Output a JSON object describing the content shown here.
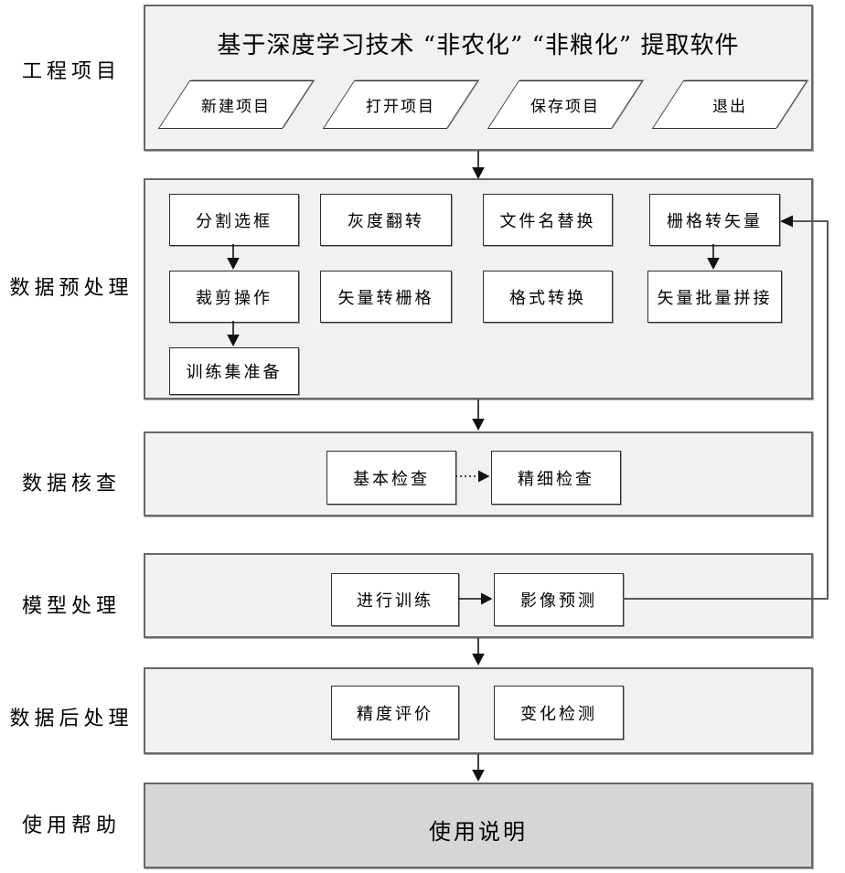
{
  "colors": {
    "section_fill": "#f1f1f1",
    "help_fill": "#d6d6d6",
    "section_border": "#686868",
    "box_fill": "#ffffff",
    "box_border": "#2e2e2e",
    "connector": "#111111",
    "feedback_line": "#595959",
    "text": "#000000"
  },
  "side_labels": [
    {
      "id": "project",
      "label": "工程项目"
    },
    {
      "id": "preprocess",
      "label": "数据预处理"
    },
    {
      "id": "check",
      "label": "数据核查"
    },
    {
      "id": "model",
      "label": "模型处理"
    },
    {
      "id": "postprocess",
      "label": "数据后处理"
    },
    {
      "id": "help",
      "label": "使用帮助"
    }
  ],
  "project": {
    "title": "基于深度学习技术 “非农化” “非粮化” 提取软件",
    "buttons": [
      "新建项目",
      "打开项目",
      "保存项目",
      "退出"
    ]
  },
  "preprocess": {
    "boxes": [
      "分割选框",
      "灰度翻转",
      "文件名替换",
      "栅格转矢量",
      "裁剪操作",
      "矢量转栅格",
      "格式转换",
      "矢量批量拼接",
      "训练集准备"
    ]
  },
  "check": {
    "boxes": [
      "基本检查",
      "精细检查"
    ]
  },
  "model": {
    "boxes": [
      "进行训练",
      "影像预测"
    ]
  },
  "postprocess": {
    "boxes": [
      "精度评价",
      "变化检测"
    ]
  },
  "help": {
    "box": "使用说明"
  },
  "edges": [
    {
      "from": "工程项目",
      "to": "数据预处理",
      "style": "solid-arrow"
    },
    {
      "from": "分割选框",
      "to": "裁剪操作",
      "style": "solid-arrow"
    },
    {
      "from": "裁剪操作",
      "to": "训练集准备",
      "style": "solid-arrow"
    },
    {
      "from": "栅格转矢量",
      "to": "矢量批量拼接",
      "style": "solid-arrow"
    },
    {
      "from": "数据预处理",
      "to": "数据核查",
      "style": "solid-arrow"
    },
    {
      "from": "基本检查",
      "to": "精细检查",
      "style": "dotted-arrow"
    },
    {
      "from": "进行训练",
      "to": "影像预测",
      "style": "solid-arrow"
    },
    {
      "from": "影像预测",
      "to": "栅格转矢量",
      "style": "solid-arrow-feedback-right-side"
    },
    {
      "from": "模型处理",
      "to": "数据后处理",
      "style": "solid-arrow"
    },
    {
      "from": "数据后处理",
      "to": "使用帮助",
      "style": "solid-arrow"
    }
  ]
}
